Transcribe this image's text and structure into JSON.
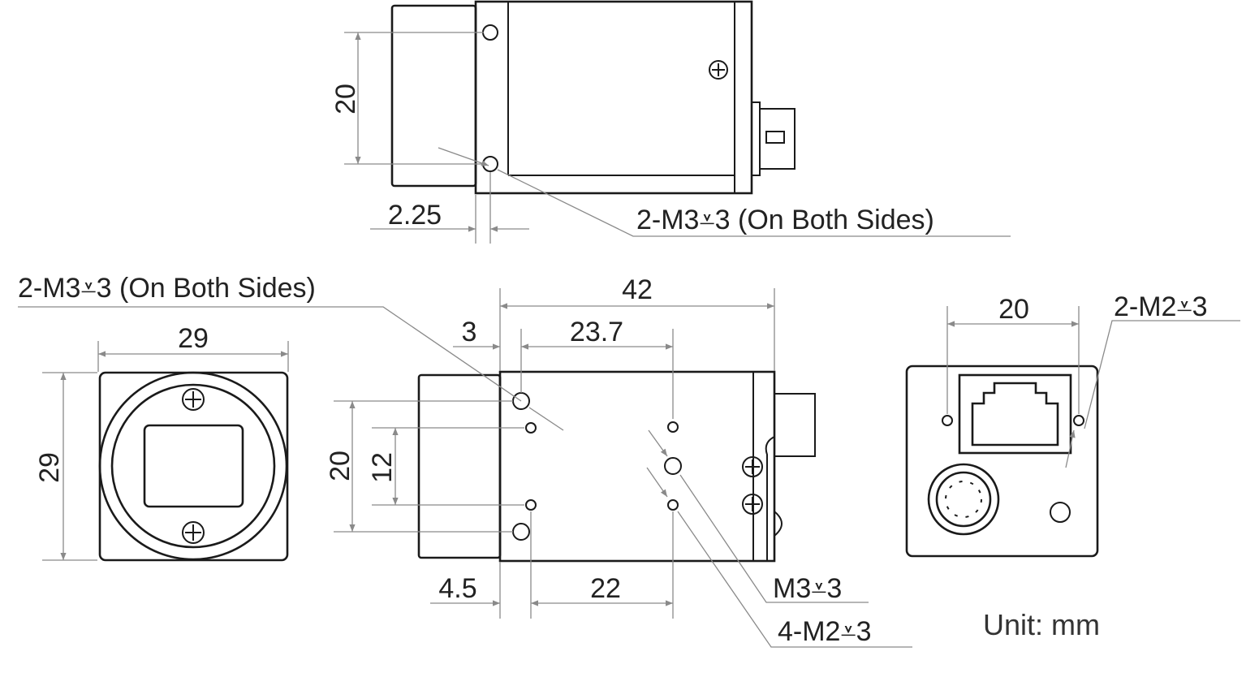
{
  "top_view": {
    "height_20": "20",
    "offset_2_25": "2.25",
    "holes_callout": "2-M3⩡3 (On Both Sides)"
  },
  "front_view": {
    "width_29": "29",
    "height_29": "29"
  },
  "side_view": {
    "holes_callout": "2-M3⩡3 (On Both Sides)",
    "length_42": "42",
    "offset_3": "3",
    "span_23_7": "23.7",
    "height_20": "20",
    "height_12": "12",
    "offset_4_5": "4.5",
    "span_22": "22",
    "m3_callout": "M3⩡3",
    "m2_callout": "4-M2⩡3"
  },
  "rear_view": {
    "width_20": "20",
    "holes_callout": "2-M2⩡3"
  },
  "unit_note": "Unit: mm"
}
